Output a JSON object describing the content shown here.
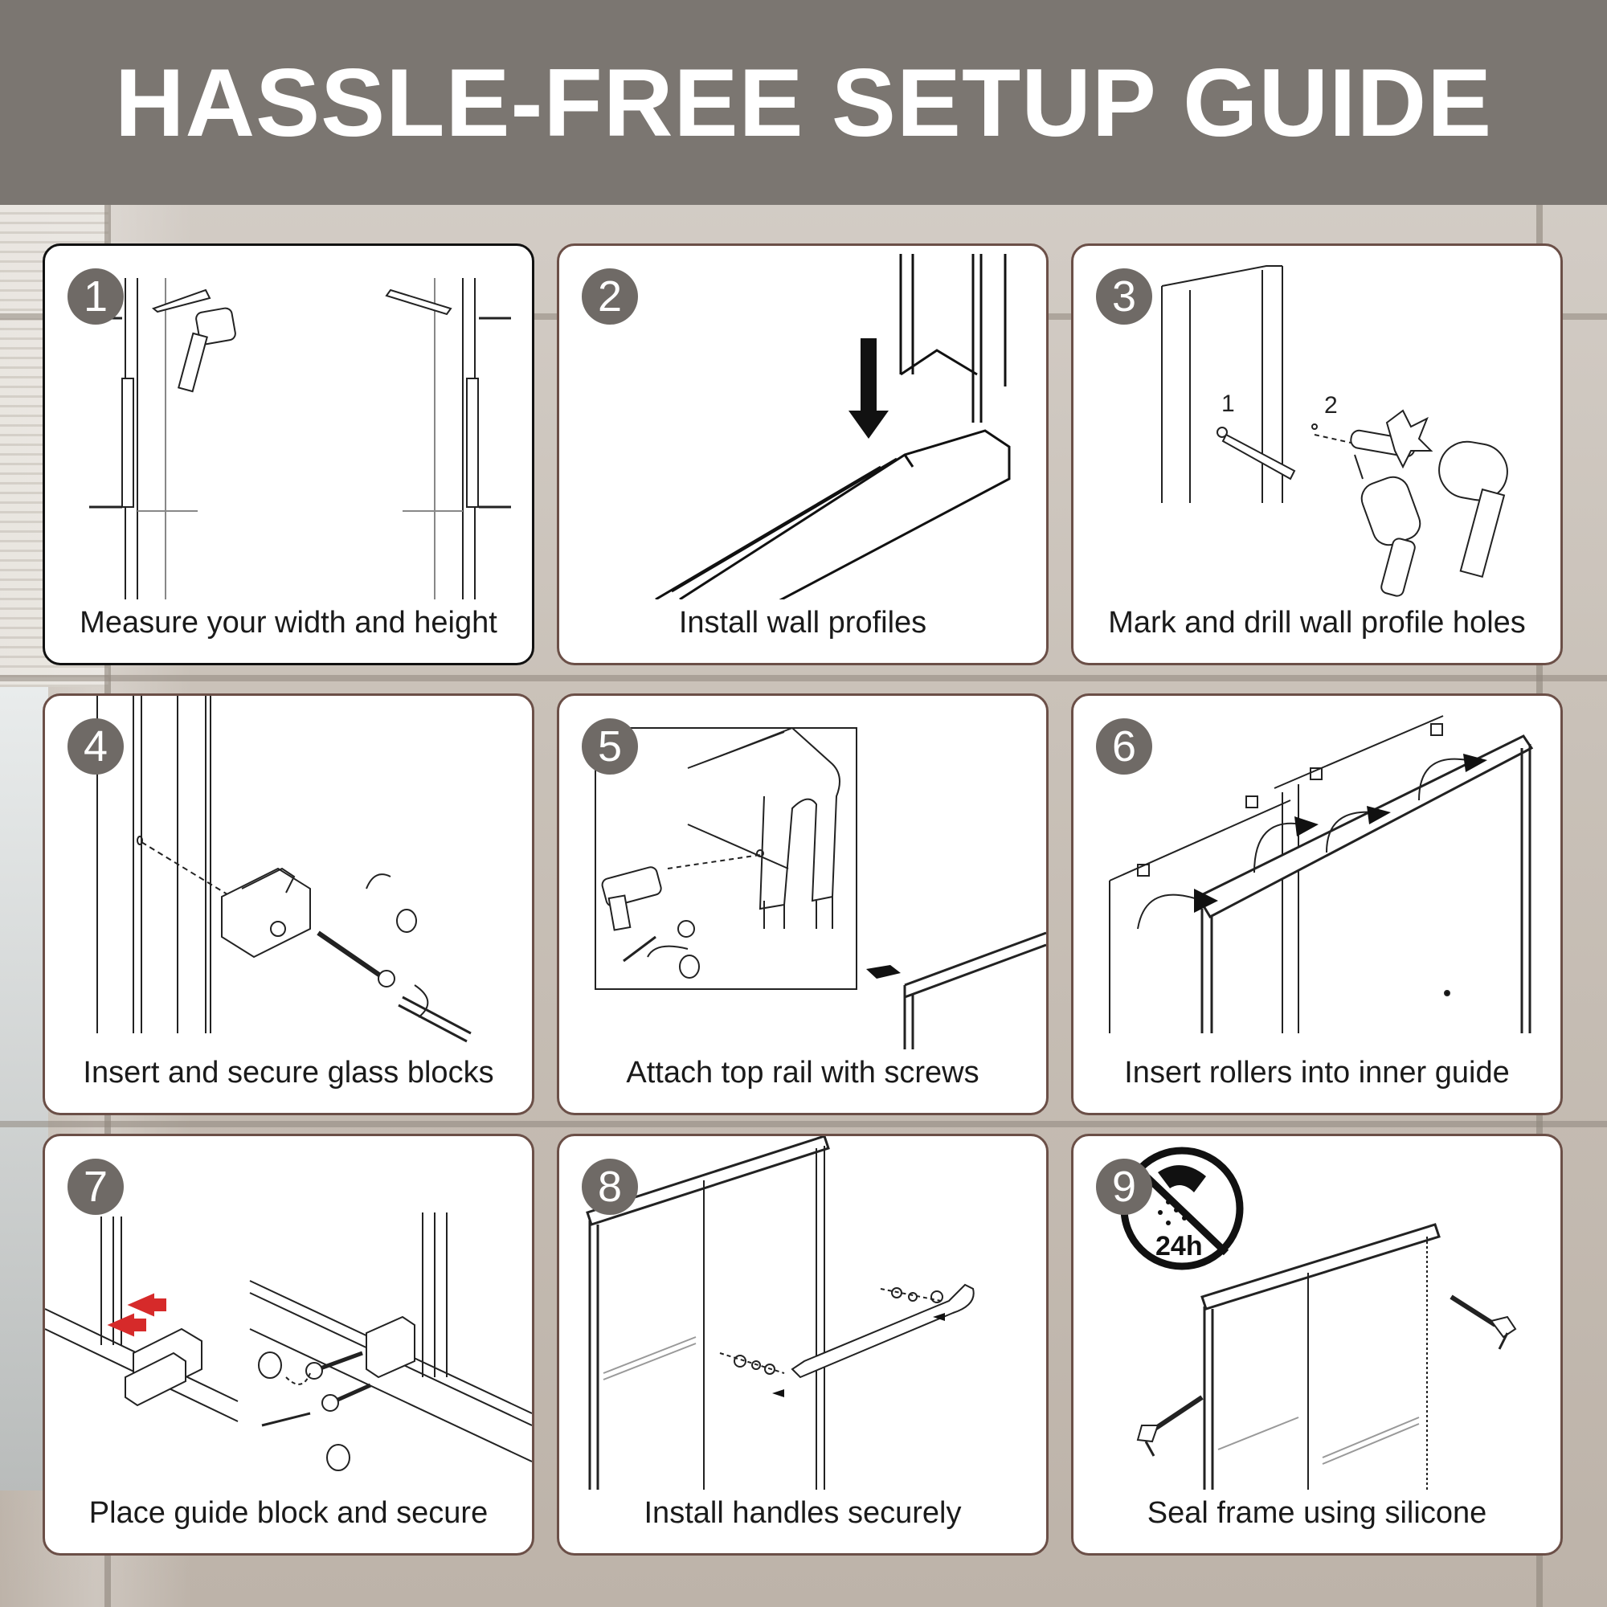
{
  "header": {
    "title": "HASSLE-FREE SETUP GUIDE"
  },
  "steps": [
    {
      "number": "1",
      "caption": "Measure your width and height"
    },
    {
      "number": "2",
      "caption": "Install wall profiles"
    },
    {
      "number": "3",
      "caption": "Mark and drill wall profile holes",
      "labels": [
        "1",
        "2"
      ]
    },
    {
      "number": "4",
      "caption": "Insert and secure glass blocks"
    },
    {
      "number": "5",
      "caption": "Attach top rail with screws"
    },
    {
      "number": "6",
      "caption": "Insert rollers into inner guide"
    },
    {
      "number": "7",
      "caption": "Place guide block and secure"
    },
    {
      "number": "8",
      "caption": "Install handles securely"
    },
    {
      "number": "9",
      "caption": "Seal frame using silicone",
      "badge_text": "24h"
    }
  ],
  "colors": {
    "header_bg": "#7b7671",
    "badge_bg": "#6f6a66",
    "card_border": "#6b4f47",
    "arrow_red": "#d62a2a"
  }
}
